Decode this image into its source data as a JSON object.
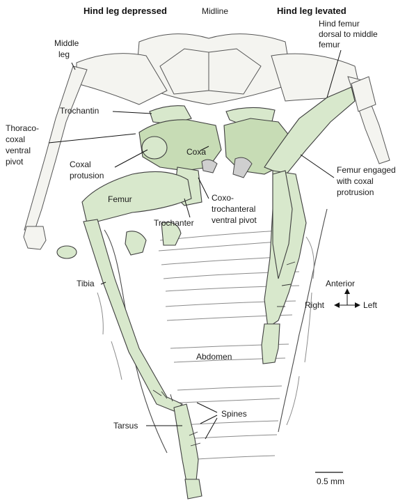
{
  "headers": {
    "left": "Hind leg depressed",
    "center": "Midline",
    "right": "Hind leg levated"
  },
  "labels": {
    "middle_leg_1": "Middle",
    "middle_leg_2": "leg",
    "hind_femur_1": "Hind femur",
    "hind_femur_2": "dorsal to middle",
    "hind_femur_3": "femur",
    "trochantin": "Trochantin",
    "thoraco_1": "Thoraco-",
    "thoraco_2": "coxal",
    "thoraco_3": "ventral",
    "thoraco_4": "pivot",
    "coxa": "Coxa",
    "coxal_protusion_1": "Coxal",
    "coxal_protusion_2": "protusion",
    "femur_left": "Femur",
    "coxo_1": "Coxo-",
    "coxo_2": "trochanteral",
    "coxo_3": "ventral pivot",
    "trochanter": "Trochanter",
    "femur_engaged_1": "Femur engaged",
    "femur_engaged_2": "with coxal",
    "femur_engaged_3": "protrusion",
    "tibia": "Tibia",
    "abdomen": "Abdomen",
    "spines": "Spines",
    "tarsus": "Tarsus"
  },
  "orientation": {
    "anterior": "Anterior",
    "right": "Right",
    "left": "Left"
  },
  "scale_bar": {
    "label": "0.5 mm"
  },
  "colors": {
    "leg_fill": "#d8e8cc",
    "leg_fill_dark": "#c7dcb5",
    "body_fill": "#f4f4f0",
    "outline": "#3e3e3e"
  }
}
